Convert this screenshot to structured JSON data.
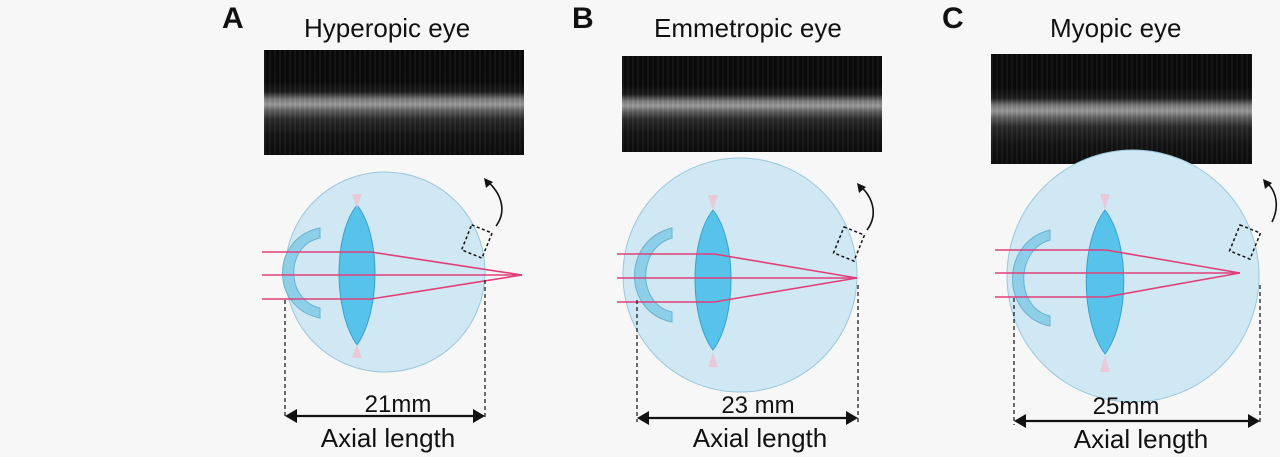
{
  "panels": [
    {
      "letter": "A",
      "title": "Hyperopic eye",
      "measure": "21mm",
      "axial": "Axial length"
    },
    {
      "letter": "B",
      "title": "Emmetropic eye",
      "measure": "23 mm",
      "axial": "Axial length"
    },
    {
      "letter": "C",
      "title": "Myopic eye",
      "measure": "25mm",
      "axial": "Axial length"
    }
  ],
  "colors": {
    "eyeball": "#cfe8f3",
    "lens": "#58c3ea",
    "cornea": "#8dcfe9",
    "ray": "#e0407a",
    "outline": "#9cc7da"
  }
}
